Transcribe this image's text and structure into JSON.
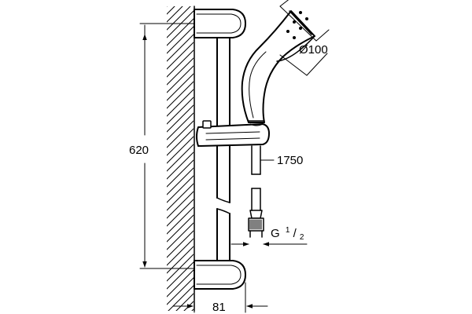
{
  "dimensions": {
    "height_label": "620",
    "head_diameter_label": "Ø100",
    "hose_length_label": "1750",
    "thread_label_prefix": "G",
    "thread_numerator": "1",
    "thread_slash": "/",
    "thread_denominator": "2",
    "width_label": "81"
  }
}
